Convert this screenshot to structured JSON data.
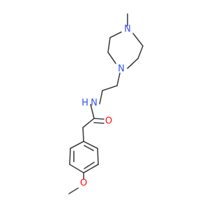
{
  "molecule": {
    "atoms": {
      "n_methyl": {
        "label": "N",
        "color": "#3050f8"
      },
      "n_ring": {
        "label": "N",
        "color": "#3050f8"
      },
      "n_amide": {
        "label": "N",
        "color": "#3050f8"
      },
      "h_amide": {
        "label": "H",
        "color": "#3050f8"
      },
      "o_carbonyl": {
        "label": "O",
        "color": "#ff0d0d"
      },
      "o_methoxy": {
        "label": "O",
        "color": "#ff0d0d"
      }
    },
    "bond_color": "#404040"
  }
}
